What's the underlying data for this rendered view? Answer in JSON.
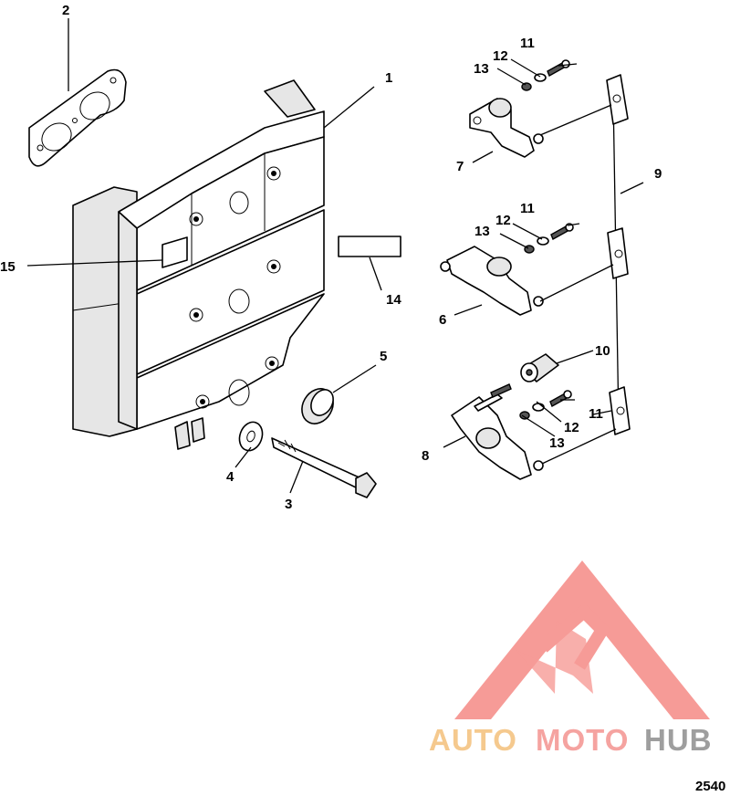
{
  "callouts": {
    "c1": "1",
    "c2": "2",
    "c3": "3",
    "c4": "4",
    "c5": "5",
    "c6": "6",
    "c7": "7",
    "c8": "8",
    "c9": "9",
    "c10": "10",
    "c11a": "11",
    "c12a": "12",
    "c13a": "13",
    "c11b": "11",
    "c12b": "12",
    "c13b": "13",
    "c11c": "11",
    "c12c": "12",
    "c13c": "13",
    "c14": "14",
    "c15": "15"
  },
  "figure_number": "2540",
  "watermark": {
    "auto": "AUTO",
    "moto": "MOTO",
    "hub": "HUB",
    "colors": {
      "logo": "#f58a85",
      "auto": "#f5c98e",
      "moto": "#f5a3a0",
      "hub": "#9e9e9e"
    }
  }
}
